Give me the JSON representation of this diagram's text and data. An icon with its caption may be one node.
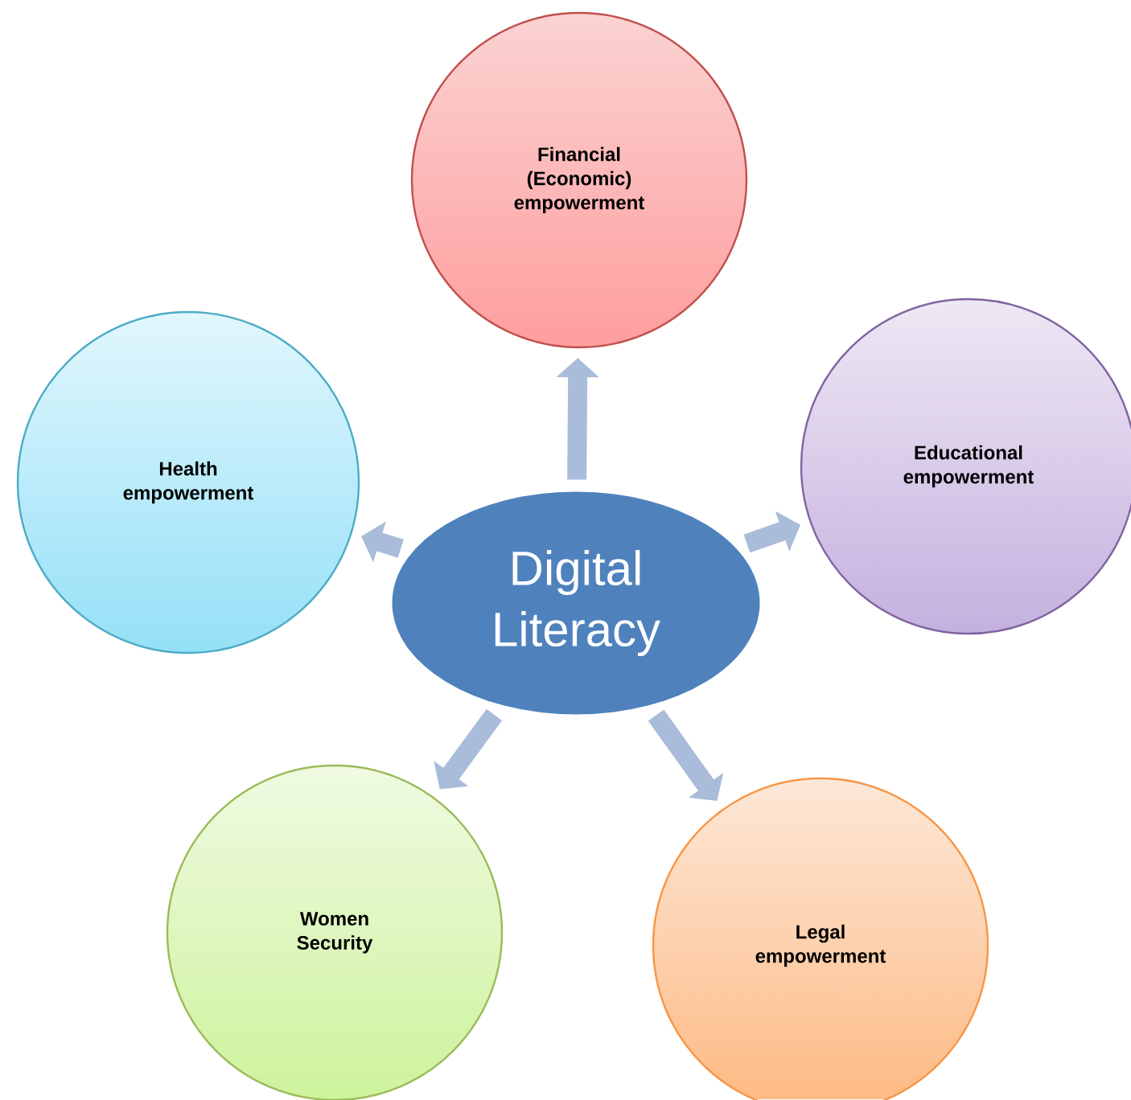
{
  "diagram": {
    "nodes": [
      {
        "text": [
          "Financial (Economic) empowerment"
        ]
      },
      {
        "text": [
          "Health empowerment"
        ]
      },
      {
        "text": [
          "Educational empowerment"
        ]
      },
      {
        "text": [
          "Digital Literacy"
        ]
      },
      {
        "text": [
          "Women Security"
        ]
      },
      {
        "text": [
          "Legal empowerment"
        ]
      }
    ],
    "edges": [
      {
        "from": 3,
        "to": 0,
        "arrow": "to"
      },
      {
        "from": 3,
        "to": 2,
        "arrow": "to"
      },
      {
        "from": 3,
        "to": 5,
        "arrow": "to"
      },
      {
        "from": 3,
        "to": 4,
        "arrow": "to"
      },
      {
        "from": 3,
        "to": 1,
        "arrow": "to"
      }
    ]
  }
}
